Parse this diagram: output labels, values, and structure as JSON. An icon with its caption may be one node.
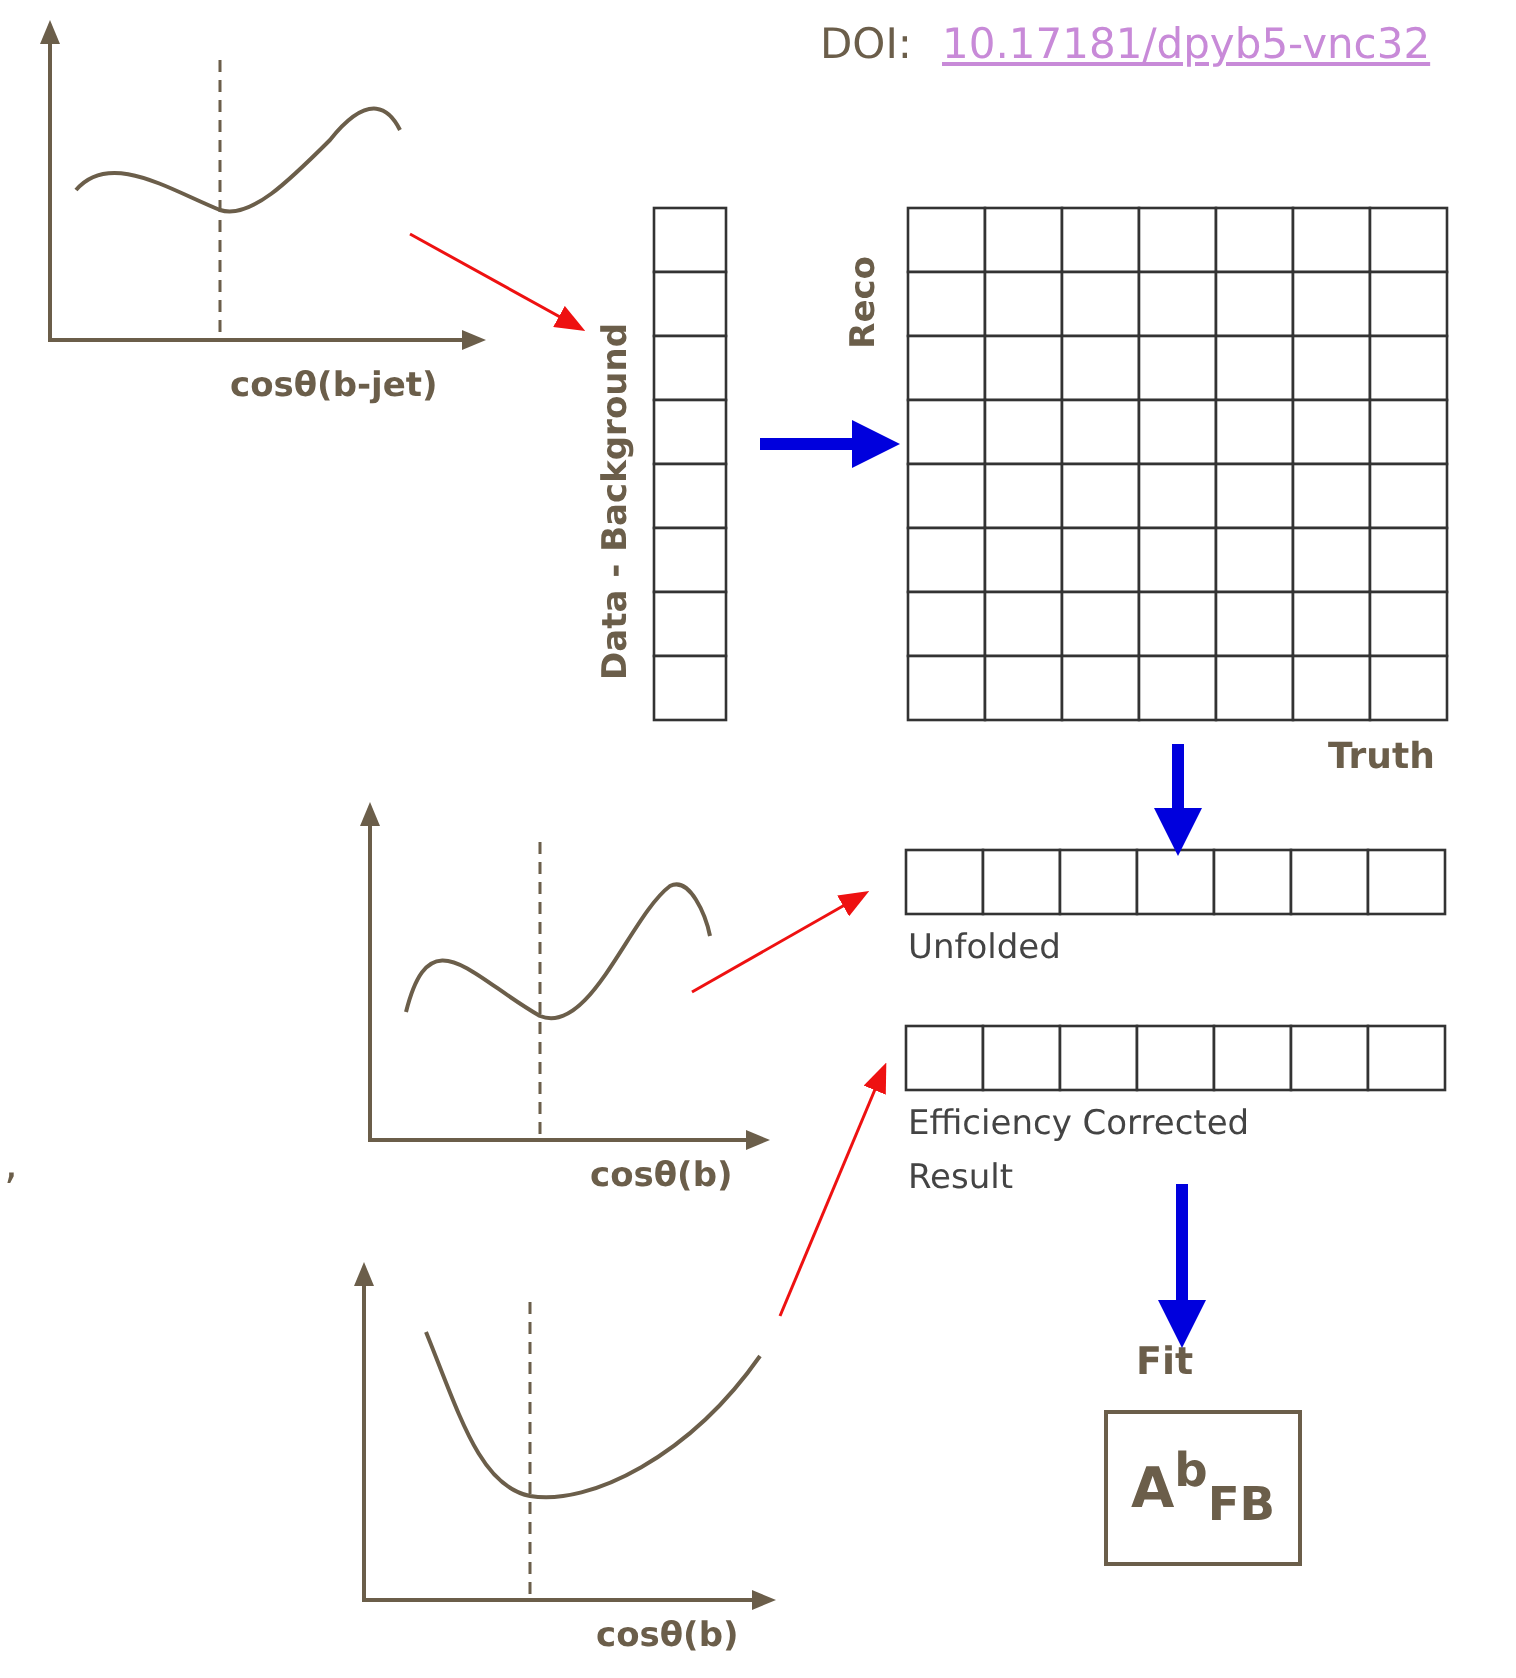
{
  "diagram": {
    "nodes": [
      {
        "text": [
          "cosθ(b-jet)"
        ]
      },
      {
        "text": [
          "Data - Background"
        ]
      },
      {
        "text": [
          "Reco",
          "Truth"
        ]
      },
      {
        "text": [
          "Unfolded"
        ]
      },
      {
        "text": [
          "Efficiency Corrected Result"
        ]
      },
      {
        "text": [
          "cosθ(b)"
        ]
      },
      {
        "text": [
          "cosθ(b)"
        ]
      },
      {
        "text": [
          "A$^{b}$$_{FB}$"
        ],
        "beside": [
          "Fit"
        ]
      }
    ],
    "edges": [
      {
        "from": 0,
        "to": 1,
        "arrow": "to",
        "color": "#ee1111"
      },
      {
        "from": 1,
        "to": 2,
        "arrow": "to",
        "style": "thick",
        "color": "#0000dd"
      },
      {
        "from": 2,
        "to": 3,
        "arrow": "to",
        "style": "thick",
        "color": "#0000dd"
      },
      {
        "from": 5,
        "to": 3,
        "arrow": "to",
        "color": "#ee1111"
      },
      {
        "from": 6,
        "to": 4,
        "arrow": "to",
        "color": "#ee1111"
      },
      {
        "from": 4,
        "to": 7,
        "arrow": "to",
        "style": "thick",
        "color": "#0000dd"
      }
    ],
    "labels": [
      "DOI:",
      "10.17181/dpyb5-vnc32",
      ","
    ]
  }
}
